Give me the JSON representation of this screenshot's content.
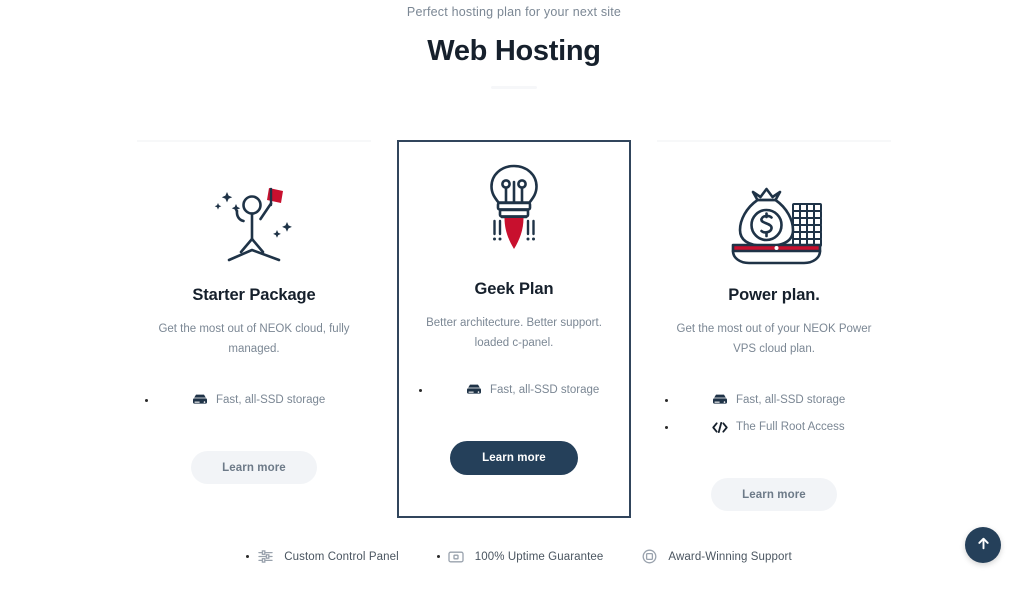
{
  "header": {
    "eyebrow": "Perfect hosting plan for your next site",
    "title": "Web Hosting"
  },
  "colors": {
    "dark_navy": "#25405a",
    "accent_red": "#c8102e",
    "text_dark": "#16202c",
    "text_muted": "#7b8794",
    "ghost_button_bg": "#f2f4f7",
    "featured_border": "#31455c"
  },
  "plans": [
    {
      "id": "starter",
      "icon": "flag-climber-icon",
      "title": "Starter Package",
      "description": "Get the most out of NEOK cloud, fully managed.",
      "features": [
        {
          "icon": "ssd-storage-icon",
          "label": "Fast, all-SSD storage"
        }
      ],
      "button_label": "Learn more",
      "featured": false
    },
    {
      "id": "geek",
      "icon": "lightbulb-rocket-icon",
      "title": "Geek Plan",
      "description": "Better architecture. Better support. loaded c-panel.",
      "features": [
        {
          "icon": "ssd-storage-icon",
          "label": "Fast, all-SSD storage"
        }
      ],
      "button_label": "Learn more",
      "featured": true
    },
    {
      "id": "power",
      "icon": "money-bag-coins-icon",
      "title": "Power plan.",
      "description": "Get the most out of your NEOK Power VPS cloud plan.",
      "features": [
        {
          "icon": "ssd-storage-icon",
          "label": "Fast, all-SSD storage"
        },
        {
          "icon": "code-brackets-icon",
          "label": "The Full Root Access"
        }
      ],
      "button_label": "Learn more",
      "featured": false
    }
  ],
  "bottom_features": [
    {
      "icon": "sliders-icon",
      "label": "Custom Control Panel"
    },
    {
      "icon": "monitor-icon",
      "label": "100% Uptime Guarantee"
    },
    {
      "icon": "award-badge-icon",
      "label": "Award-Winning Support"
    }
  ],
  "scroll_top": {
    "icon": "arrow-up-icon"
  }
}
